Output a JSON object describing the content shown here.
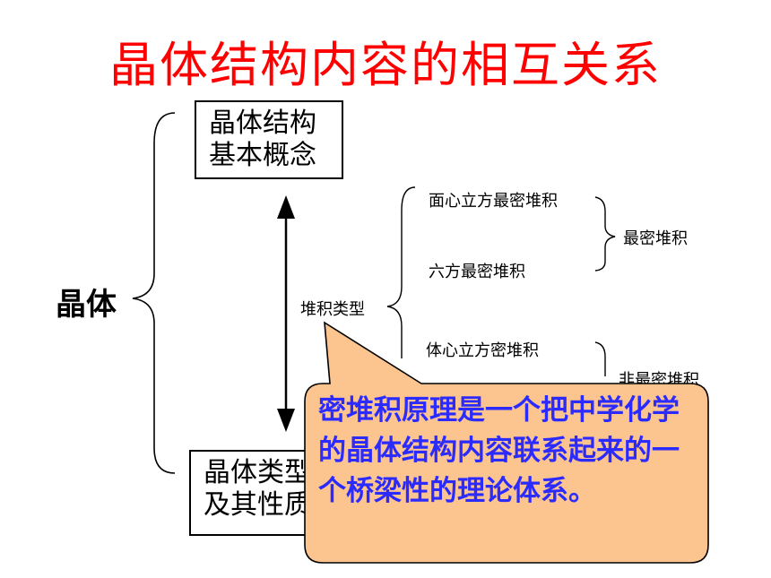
{
  "title": "晶体结构内容的相互关系",
  "root_label": "晶体",
  "box_top": {
    "line1": "晶体结构",
    "line2": "基本概念"
  },
  "box_bottom": {
    "line1": "晶体类型",
    "line2": "及其性质"
  },
  "stacking": {
    "label": "堆积类型",
    "fcc": "面心立方最密堆积",
    "hcp": "六方最密堆积",
    "bcc": "体心立方密堆积",
    "close_packed": "最密堆积",
    "non_close_packed": "非最密堆积"
  },
  "callout": {
    "text": "密堆积原理是一个把中学化学的晶体结构内容联系起来的一个桥梁性的理论体系。"
  },
  "colors": {
    "title": "#ff0000",
    "callout_fill": "#fcc48f",
    "callout_text": "#2b2bff",
    "callout_border": "#000000"
  }
}
